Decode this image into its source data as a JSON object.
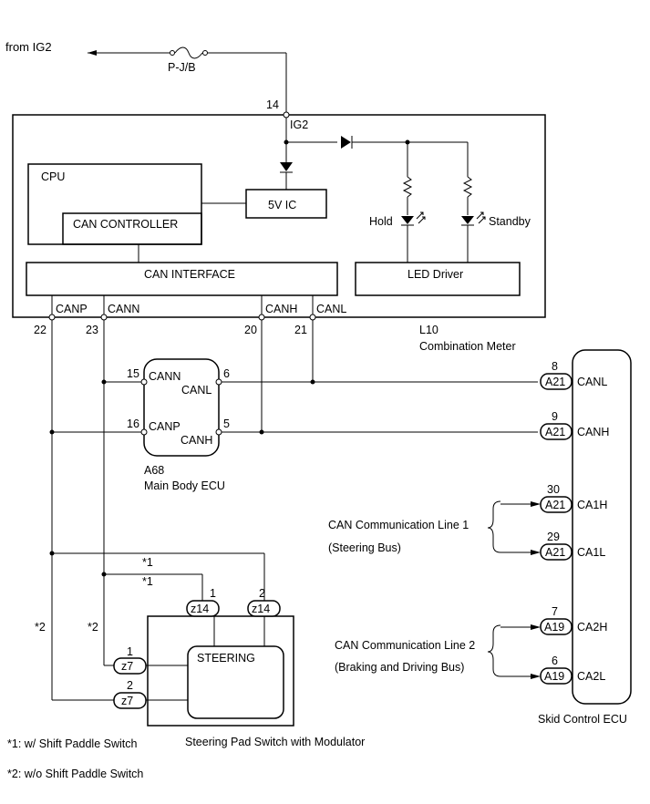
{
  "power": {
    "source_label": "from IG2",
    "fuse_label": "P-J/B"
  },
  "meter": {
    "pin_ig2": "14",
    "ig2_label": "IG2",
    "cpu_label": "CPU",
    "can_controller_label": "CAN CONTROLLER",
    "ic_label": "5V IC",
    "can_interface_label": "CAN INTERFACE",
    "led_driver_label": "LED Driver",
    "hold_label": "Hold",
    "standby_label": "Standby",
    "canp_label": "CANP",
    "cann_label": "CANN",
    "canh_label": "CANH",
    "canl_label": "CANL",
    "pin_canp": "22",
    "pin_cann": "23",
    "pin_canh": "20",
    "pin_canl": "21",
    "code": "L10",
    "name": "Combination Meter"
  },
  "main_body": {
    "pin_cann": "15",
    "cann_label": "CANN",
    "pin_canl": "6",
    "canl_label": "CANL",
    "pin_canp": "16",
    "canp_label": "CANP",
    "pin_canh": "5",
    "canh_label": "CANH",
    "code": "A68",
    "name": "Main Body ECU"
  },
  "skid": {
    "name": "Skid Control ECU",
    "pins": [
      {
        "num": "8",
        "conn": "A21",
        "label": "CANL"
      },
      {
        "num": "9",
        "conn": "A21",
        "label": "CANH"
      },
      {
        "num": "30",
        "conn": "A21",
        "label": "CA1H"
      },
      {
        "num": "29",
        "conn": "A21",
        "label": "CA1L"
      },
      {
        "num": "7",
        "conn": "A19",
        "label": "CA2H"
      },
      {
        "num": "6",
        "conn": "A19",
        "label": "CA2L"
      }
    ],
    "line1_name": "CAN Communication Line 1",
    "line1_desc": "(Steering Bus)",
    "line2_name": "CAN Communication Line 2",
    "line2_desc": "(Braking and Driving Bus)"
  },
  "steering": {
    "top_pin_1": "1",
    "top_conn_1": "z14",
    "top_pin_2": "2",
    "top_conn_2": "z14",
    "left_pin_1": "1",
    "left_conn_1": "z7",
    "left_pin_2": "2",
    "left_conn_2": "z7",
    "inner_label": "STEERING",
    "name": "Steering Pad Switch with Modulator"
  },
  "markers": {
    "star1": "*1",
    "star2": "*2"
  },
  "notes": {
    "note1": "*1: w/ Shift Paddle Switch",
    "note2": "*2: w/o Shift Paddle Switch"
  }
}
